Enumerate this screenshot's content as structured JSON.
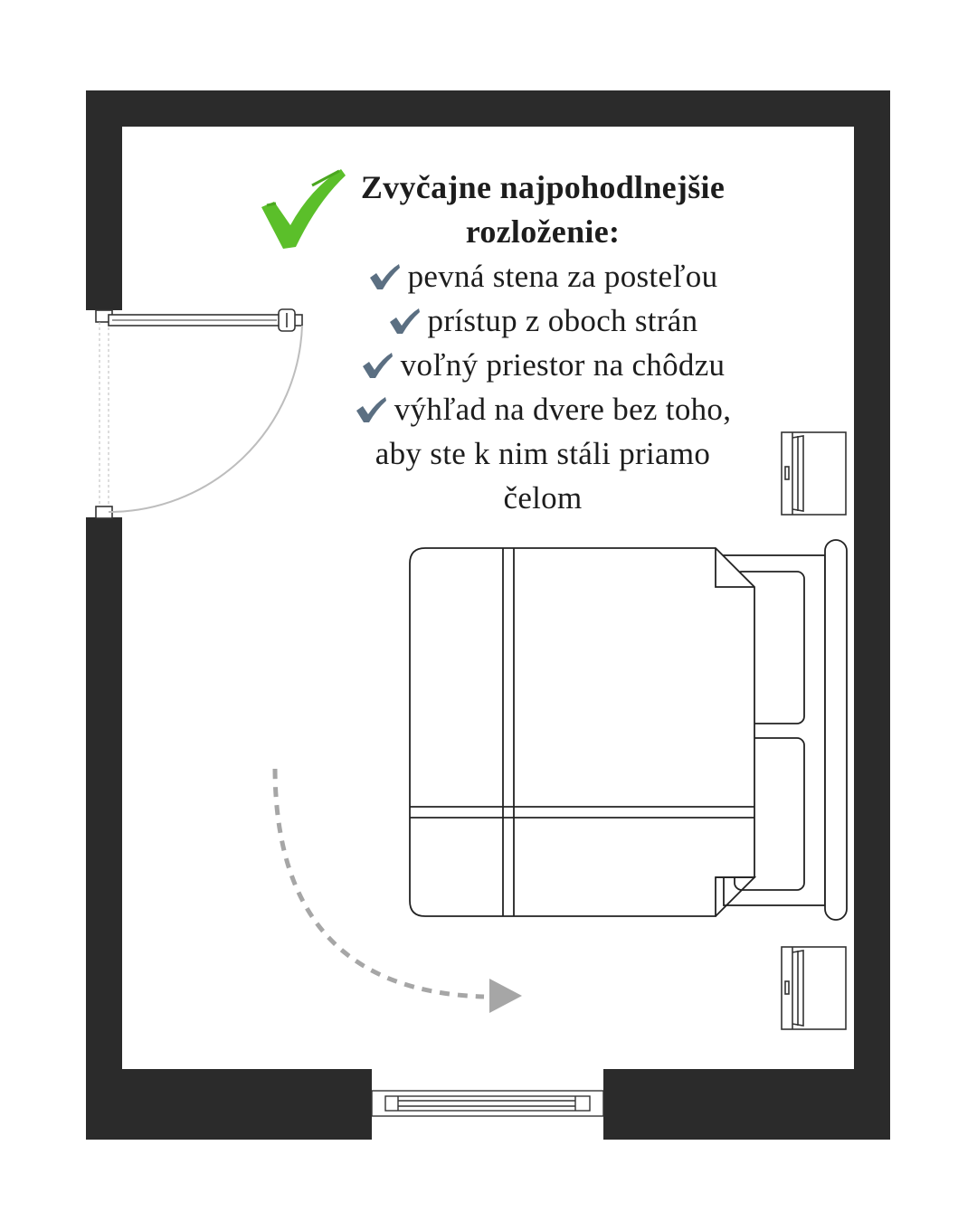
{
  "caption": {
    "title_line1": "Zvyčajne najpohodlnejšie",
    "title_line2": "rozloženie:",
    "items": [
      "pevná stena za posteľou",
      "prístup z oboch strán",
      "voľný priestor na chôdzu",
      "výhľad na dvere bez toho,"
    ],
    "item4_line2": "aby ste k nim stáli priamo",
    "item4_line3": "čelom"
  },
  "icons": {
    "title_check": "green-check-icon",
    "item_check": "blue-check-icon"
  },
  "colors": {
    "wall": "#2b2b2b",
    "check_green": "#5bbf2a",
    "check_blue": "#5b6f82",
    "arrow": "#a6a6a6"
  }
}
